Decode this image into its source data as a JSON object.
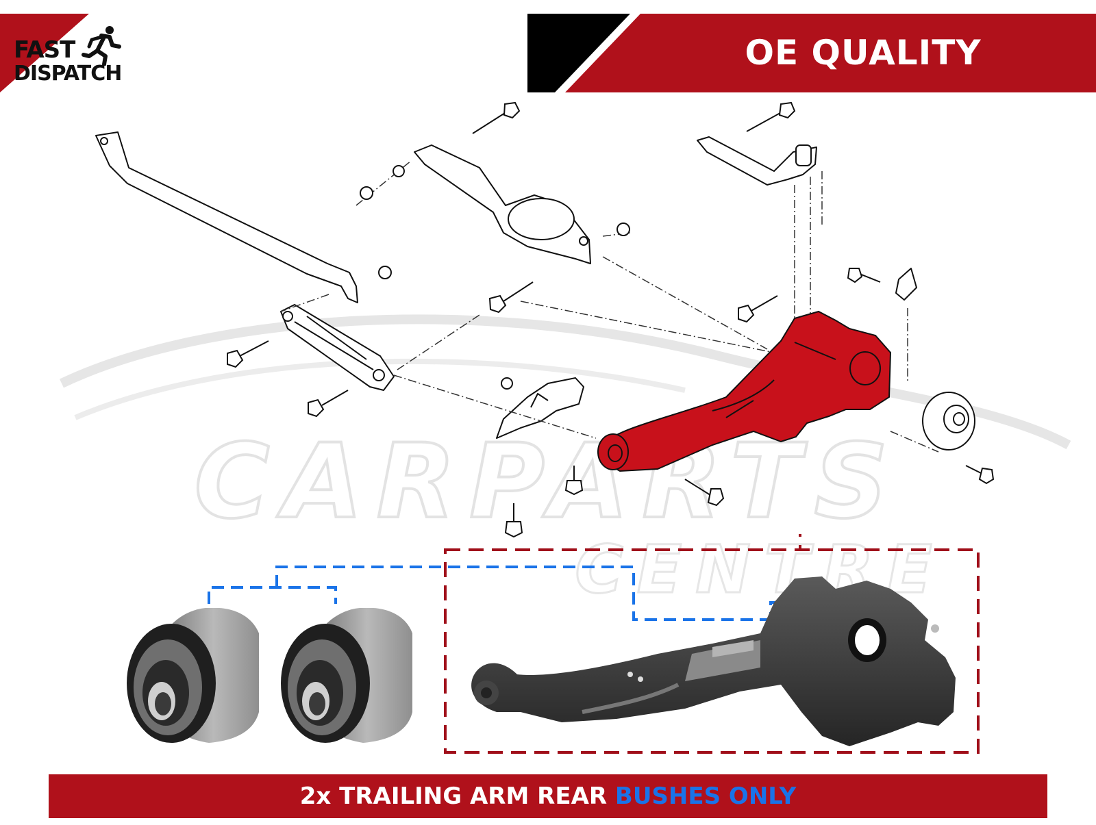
{
  "badge": {
    "line1": "FAST",
    "line2": "DISPATCH",
    "icon": "runner-icon",
    "accent_color": "#b0111b"
  },
  "header": {
    "label": "OE QUALITY",
    "banner_color": "#b0111b",
    "stripe_color": "#000000"
  },
  "watermark": {
    "line1": "CARPARTS",
    "line2": "CENTRE"
  },
  "footer": {
    "text_main": "2x TRAILING ARM REAR ",
    "text_highlight": "BUSHES ONLY",
    "bar_color": "#b0111b",
    "highlight_color": "#1a73e8"
  },
  "diagram": {
    "highlight_part": "trailing-arm",
    "highlight_color": "#c8111b",
    "callout_color_red": "#a00f1a",
    "callout_color_blue": "#1a73e8"
  }
}
